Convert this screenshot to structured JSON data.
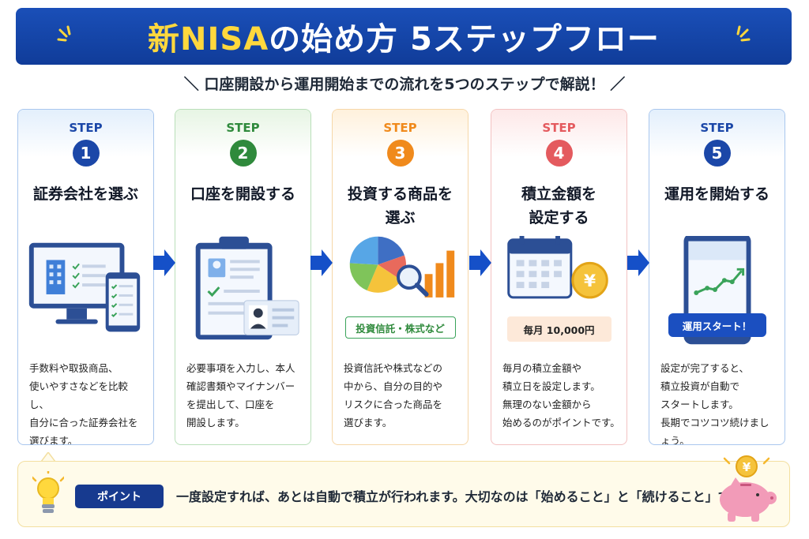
{
  "title": {
    "highlight": "新NISA",
    "rest": "の始め方 5ステップフロー"
  },
  "subtitle": "＼ 口座開設から運用開始までの流れを5つのステップで解説！ ／",
  "colors": {
    "banner": "#1a4fb8",
    "title_highlight": "#ffd83d",
    "arrow": "#1550c8",
    "point_badge": "#173a8f"
  },
  "steps": [
    {
      "label": "STEP",
      "number": "1",
      "color": "#1b47a8",
      "border": "#a9c7ee",
      "head_bg": "#e3effc",
      "title_lines": [
        "証券会社を選ぶ"
      ],
      "illustration": "computer-and-phone-icon",
      "description_lines": [
        "手数料や取扱商品、",
        "使いやすさなどを比較し、",
        "自分に合った証券会社を",
        "選びます。"
      ]
    },
    {
      "label": "STEP",
      "number": "2",
      "color": "#2f8a3c",
      "border": "#b9dfb9",
      "head_bg": "#e7f5e4",
      "title_lines": [
        "口座を開設する"
      ],
      "illustration": "clipboard-form-icon",
      "description_lines": [
        "必要事項を入力し、本人",
        "確認書類やマイナンバー",
        "を提出して、口座を",
        "開設します。"
      ]
    },
    {
      "label": "STEP",
      "number": "3",
      "color": "#f08a1c",
      "border": "#f6d7a8",
      "head_bg": "#fff1dc",
      "title_lines": [
        "投資する商品を",
        "選ぶ"
      ],
      "illustration": "pie-chart-magnifier-icon",
      "chip": "投資信託・株式など",
      "description_lines": [
        "投資信託や株式などの",
        "中から、自分の目的や",
        "リスクに合った商品を",
        "選びます。"
      ]
    },
    {
      "label": "STEP",
      "number": "4",
      "color": "#e45a5e",
      "border": "#f3c2c2",
      "head_bg": "#fde8e8",
      "title_lines": [
        "積立金額を",
        "設定する"
      ],
      "illustration": "calendar-yen-coin-icon",
      "chip": "毎月 10,000円",
      "description_lines": [
        "毎月の積立金額や",
        "積立日を設定します。",
        "無理のない金額から",
        "始めるのがポイントです。"
      ]
    },
    {
      "label": "STEP",
      "number": "5",
      "color": "#1b47a8",
      "border": "#a9c7ee",
      "head_bg": "#e3effc",
      "title_lines": [
        "運用を開始する"
      ],
      "illustration": "smartphone-growth-chart-icon",
      "chip": "運用スタート！",
      "description_lines": [
        "設定が完了すると、",
        "積立投資が自動で",
        "スタートします。",
        "長期でコツコツ続けましょう。"
      ]
    }
  ],
  "point": {
    "badge": "ポイント",
    "text": "一度設定すれば、あとは自動で積立が行われます。大切なのは「始めること」と「続けること」です！",
    "left_icon": "light-bulb-icon",
    "right_icon": "piggy-bank-yen-icon"
  }
}
